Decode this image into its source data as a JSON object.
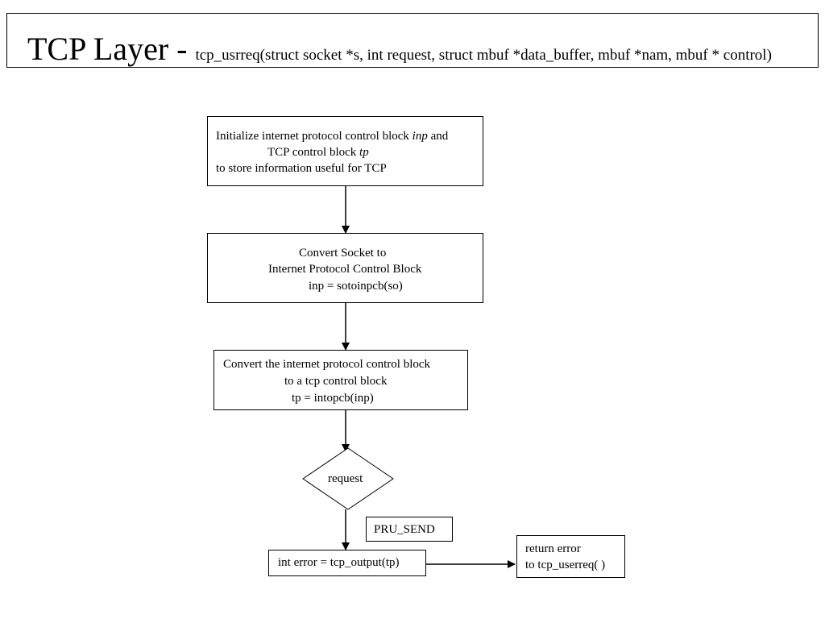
{
  "title": {
    "main": "TCP Layer - ",
    "signature": "tcp_usrreq(struct socket *s, int request, struct mbuf *data_buffer, mbuf *nam, mbuf * control)"
  },
  "box_init": {
    "line1_prefix": "Initialize internet protocol control block ",
    "line1_var": "inp",
    "line1_suffix": " and",
    "line2_prefix": "TCP control block ",
    "line2_var": "tp",
    "line3": "to store information useful for TCP"
  },
  "box_socket": {
    "line1": "Convert Socket to",
    "line2": "Internet Protocol Control Block",
    "line3": "inp = sotoinpcb(so)"
  },
  "box_tcpcb": {
    "line1": "Convert the internet protocol control block",
    "line2": "to a tcp control block",
    "line3": "tp = intopcb(inp)"
  },
  "decision": {
    "label": "request"
  },
  "branch_label": "PRU_SEND",
  "box_output": {
    "label": "int error = tcp_output(tp)"
  },
  "box_return": {
    "line1": "return error",
    "line2": "to tcp_userreq( )"
  }
}
